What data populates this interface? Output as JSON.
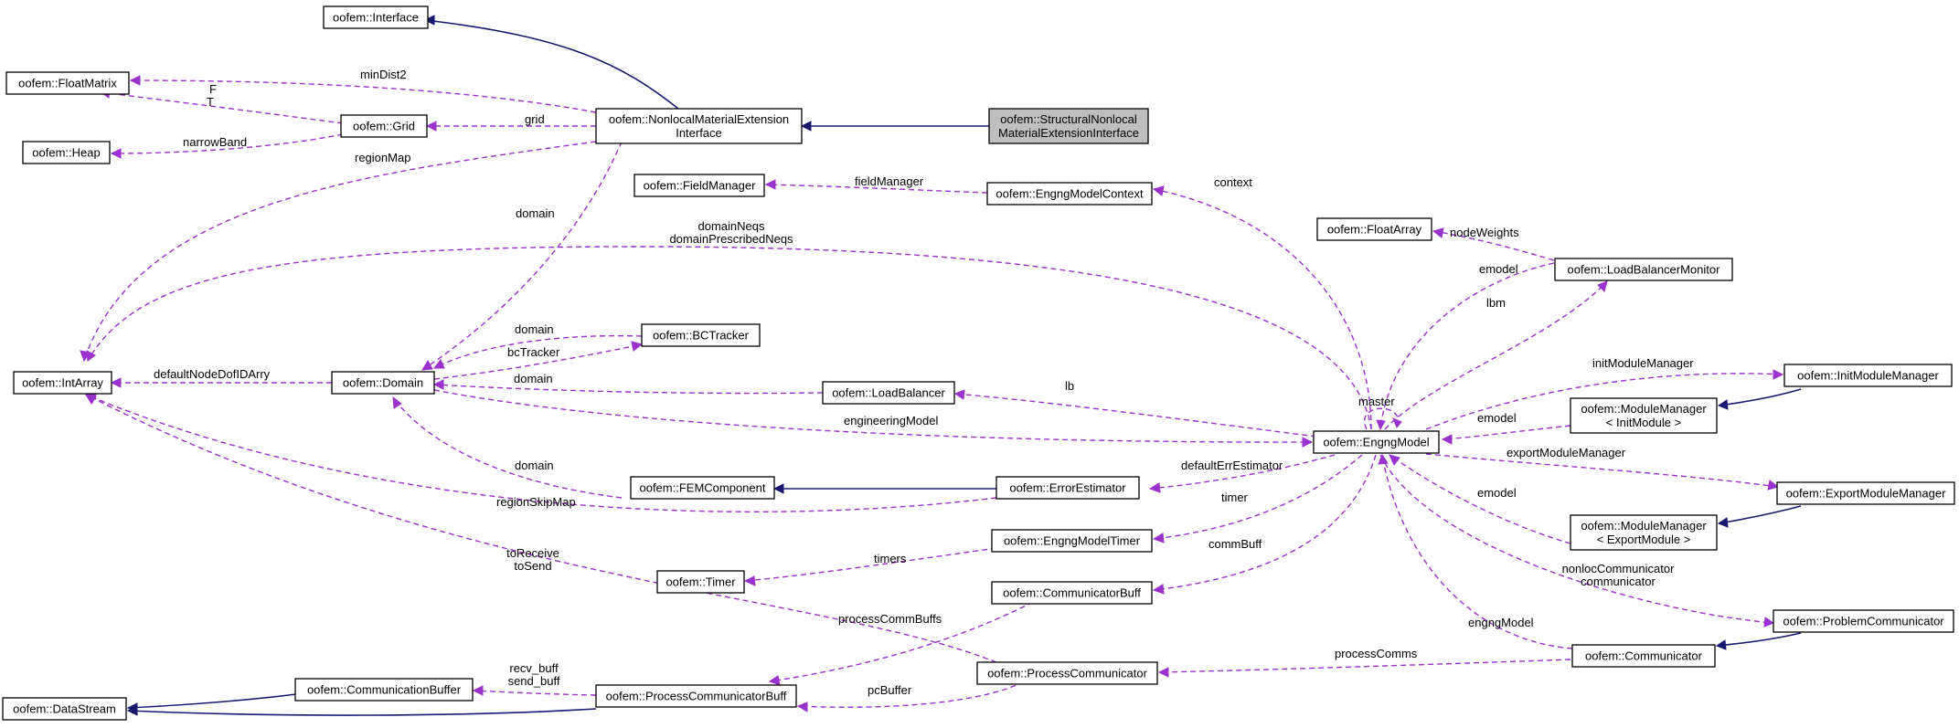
{
  "nodes": {
    "interface": [
      "oofem::Interface"
    ],
    "floatmatrix": [
      "oofem::FloatMatrix"
    ],
    "grid": [
      "oofem::Grid"
    ],
    "heap": [
      "oofem::Heap"
    ],
    "nonlocal": [
      "oofem::NonlocalMaterialExtension",
      "Interface"
    ],
    "structural": [
      "oofem::StructuralNonlocal",
      "MaterialExtensionInterface"
    ],
    "fieldmanager": [
      "oofem::FieldManager"
    ],
    "engngmodelcontext": [
      "oofem::EngngModelContext"
    ],
    "floatarray": [
      "oofem::FloatArray"
    ],
    "loadbalancermonitor": [
      "oofem::LoadBalancerMonitor"
    ],
    "intarray": [
      "oofem::IntArray"
    ],
    "domain": [
      "oofem::Domain"
    ],
    "bctracker": [
      "oofem::BCTracker"
    ],
    "loadbalancer": [
      "oofem::LoadBalancer"
    ],
    "initmodulemanager": [
      "oofem::InitModuleManager"
    ],
    "mminit": [
      "oofem::ModuleManager",
      "< InitModule >"
    ],
    "engngmodel": [
      "oofem::EngngModel"
    ],
    "femcomponent": [
      "oofem::FEMComponent"
    ],
    "errorestimator": [
      "oofem::ErrorEstimator"
    ],
    "exportmodulemanager": [
      "oofem::ExportModuleManager"
    ],
    "mmexport": [
      "oofem::ModuleManager",
      "< ExportModule >"
    ],
    "engngmodeltimer": [
      "oofem::EngngModelTimer"
    ],
    "timer": [
      "oofem::Timer"
    ],
    "communicatorbuff": [
      "oofem::CommunicatorBuff"
    ],
    "problemcommunicator": [
      "oofem::ProblemCommunicator"
    ],
    "communicator": [
      "oofem::Communicator"
    ],
    "communicationbuffer": [
      "oofem::CommunicationBuffer"
    ],
    "processcommunicator": [
      "oofem::ProcessCommunicator"
    ],
    "processcommunicatorbuff": [
      "oofem::ProcessCommunicatorBuff"
    ],
    "datastream": [
      "oofem::DataStream"
    ]
  },
  "edges": {
    "mindist2": [
      "minDist2"
    ],
    "ft": [
      "F",
      "T"
    ],
    "grid": [
      "grid"
    ],
    "narrowband": [
      "narrowBand"
    ],
    "regionmap": [
      "regionMap"
    ],
    "domain_nonlocal": [
      "domain"
    ],
    "fieldmanager": [
      "fieldManager"
    ],
    "context": [
      "context"
    ],
    "domainneqs": [
      "domainNeqs",
      "domainPrescribedNeqs"
    ],
    "nodeweights": [
      "nodeWeights"
    ],
    "emodel_lbm": [
      "emodel"
    ],
    "lbm": [
      "lbm"
    ],
    "domain_bc": [
      "domain"
    ],
    "bctracker": [
      "bcTracker"
    ],
    "domain_lb": [
      "domain"
    ],
    "defaultnodedofidarry": [
      "defaultNodeDofIDArry"
    ],
    "lb": [
      "lb"
    ],
    "master": [
      "master"
    ],
    "initmodulemanager": [
      "initModuleManager"
    ],
    "emodel_init": [
      "emodel"
    ],
    "engineeringmodel": [
      "engineeringModel"
    ],
    "exportmodulemanager": [
      "exportModuleManager"
    ],
    "domain_fem": [
      "domain"
    ],
    "defaulterrestimator": [
      "defaultErrEstimator"
    ],
    "regionskipmap": [
      "regionSkipMap"
    ],
    "emodel_export": [
      "emodel"
    ],
    "timer": [
      "timer"
    ],
    "timers": [
      "timers"
    ],
    "commbuff": [
      "commBuff"
    ],
    "toreceive": [
      "toReceive",
      "toSend"
    ],
    "nonloccommunicator": [
      "nonlocCommunicator",
      "communicator"
    ],
    "processcommbuffs": [
      "processCommBuffs"
    ],
    "engngmodel": [
      "engngModel"
    ],
    "recvbuff": [
      "recv_buff",
      "send_buff"
    ],
    "processcomms": [
      "processComms"
    ],
    "pcbuffer": [
      "pcBuffer"
    ]
  }
}
